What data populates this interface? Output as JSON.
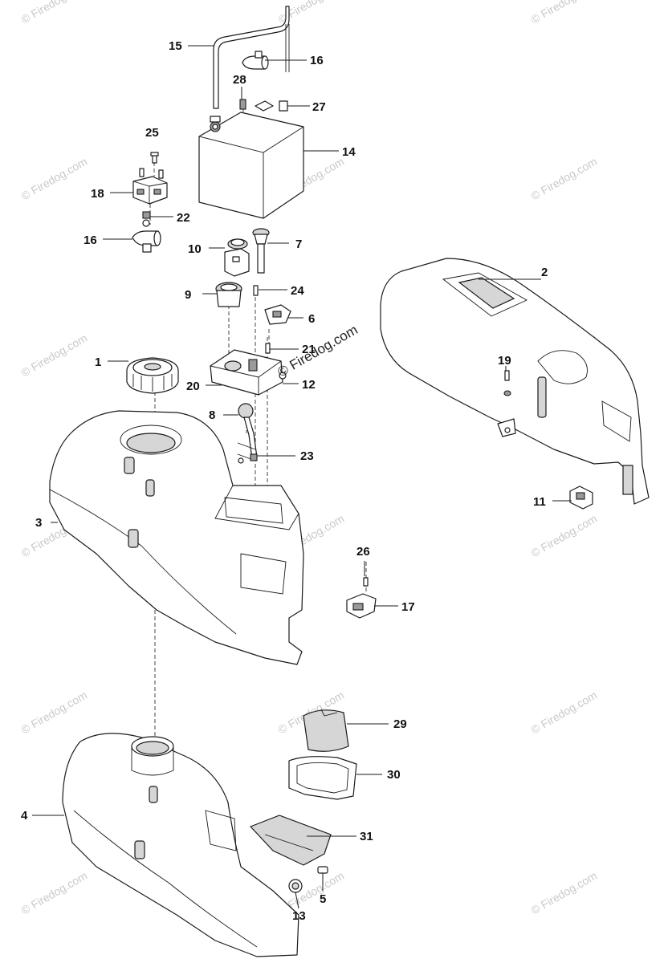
{
  "watermark": {
    "text": "© Firedog.com",
    "center_text": "Firedog.com"
  },
  "callouts": [
    {
      "id": "c1",
      "label": "1"
    },
    {
      "id": "c2",
      "label": "2"
    },
    {
      "id": "c3",
      "label": "3"
    },
    {
      "id": "c4",
      "label": "4"
    },
    {
      "id": "c5",
      "label": "5"
    },
    {
      "id": "c6",
      "label": "6"
    },
    {
      "id": "c7",
      "label": "7"
    },
    {
      "id": "c8",
      "label": "8"
    },
    {
      "id": "c9",
      "label": "9"
    },
    {
      "id": "c10",
      "label": "10"
    },
    {
      "id": "c11",
      "label": "11"
    },
    {
      "id": "c12",
      "label": "12"
    },
    {
      "id": "c13",
      "label": "13"
    },
    {
      "id": "c14",
      "label": "14"
    },
    {
      "id": "c15",
      "label": "15"
    },
    {
      "id": "c16a",
      "label": "16"
    },
    {
      "id": "c16b",
      "label": "16"
    },
    {
      "id": "c17",
      "label": "17"
    },
    {
      "id": "c18",
      "label": "18"
    },
    {
      "id": "c19",
      "label": "19"
    },
    {
      "id": "c20",
      "label": "20"
    },
    {
      "id": "c21",
      "label": "21"
    },
    {
      "id": "c22",
      "label": "22"
    },
    {
      "id": "c23",
      "label": "23"
    },
    {
      "id": "c24",
      "label": "24"
    },
    {
      "id": "c25",
      "label": "25"
    },
    {
      "id": "c26",
      "label": "26"
    },
    {
      "id": "c27",
      "label": "27"
    },
    {
      "id": "c28",
      "label": "28"
    },
    {
      "id": "c29",
      "label": "29"
    },
    {
      "id": "c30",
      "label": "30"
    },
    {
      "id": "c31",
      "label": "31"
    }
  ]
}
